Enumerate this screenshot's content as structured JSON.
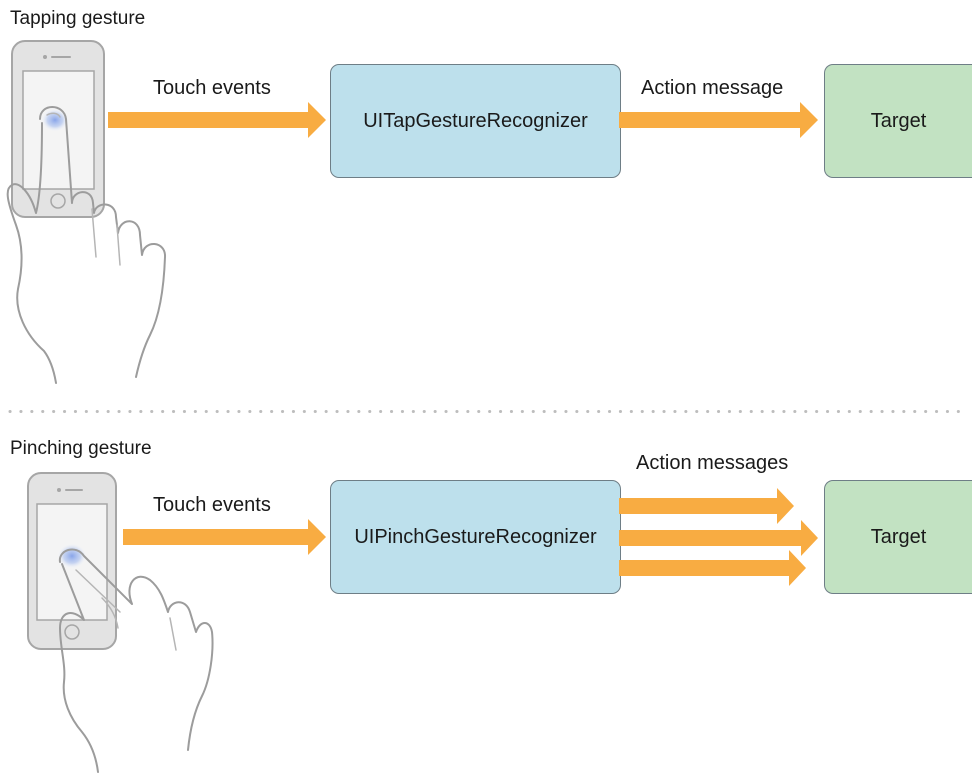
{
  "colors": {
    "arrow": "#f8ac42",
    "recognizer_fill": "#bde0ec",
    "target_fill": "#c2e2c2",
    "box_border": "#6e7e86",
    "device_outline": "#a6a6a6",
    "touch_glow": "#7d9ce8"
  },
  "tapping": {
    "title": "Tapping gesture",
    "touch_label": "Touch events",
    "recognizer": "UITapGestureRecognizer",
    "action_label": "Action message",
    "target": "Target",
    "action_arrow_count": 1
  },
  "pinching": {
    "title": "Pinching gesture",
    "touch_label": "Touch events",
    "recognizer": "UIPinchGestureRecognizer",
    "action_label": "Action messages",
    "target": "Target",
    "action_arrow_count": 3
  },
  "icons": {
    "tap": [
      "phone-icon",
      "tapping-hand-icon"
    ],
    "pinch": [
      "phone-icon",
      "pinching-hand-icon"
    ]
  }
}
